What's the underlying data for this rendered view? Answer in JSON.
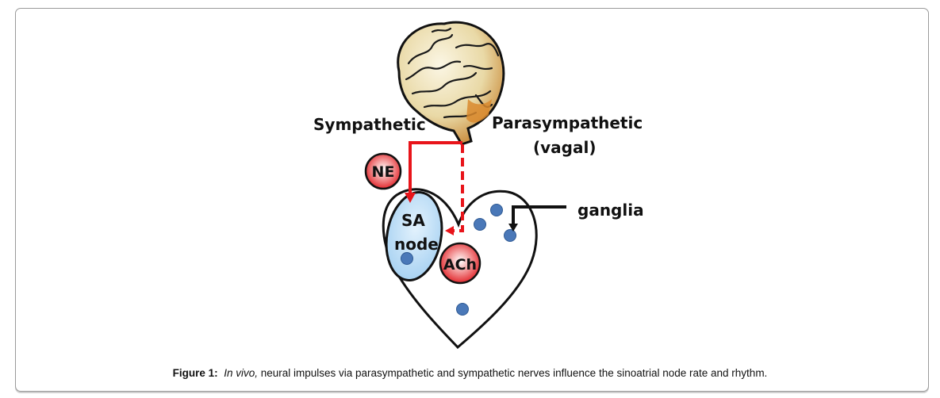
{
  "figure": {
    "labels": {
      "sympathetic": "Sympathetic",
      "parasympathetic": "Parasympathetic",
      "vagal": "(vagal)",
      "ganglia": "ganglia",
      "sa_line1": "SA",
      "sa_line2": "node",
      "ne": "NE",
      "ach": "ACh"
    },
    "colors": {
      "nerve": "#e8141a",
      "sa_node_fill": "#b8dcf5",
      "ganglion": "#4a78b8",
      "neurotransmitter": "#e23a3a"
    }
  },
  "caption": {
    "label": "Figure 1:",
    "italic": "In vivo,",
    "text": " neural impulses via parasympathetic and sympathetic nerves influence the sinoatrial node rate and rhythm."
  }
}
